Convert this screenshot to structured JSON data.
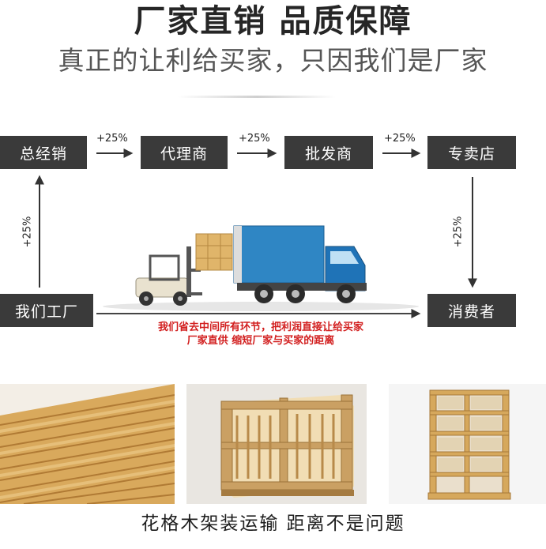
{
  "header": {
    "title": "厂家直销  品质保障",
    "subtitle": "真正的让利给买家，只因我们是厂家"
  },
  "flow": {
    "top_boxes": [
      "总经销",
      "代理商",
      "批发商",
      "专卖店"
    ],
    "bottom_left": "我们工厂",
    "bottom_right": "消费者",
    "markup_label": "+25%"
  },
  "note": {
    "line1": "我们省去中间所有环节，把利润直接让给买家",
    "line2": "厂家直供 缩短厂家与买家的距离"
  },
  "footer": {
    "text": "花格木架装运输  距离不是问题"
  },
  "colors": {
    "box_bg": "#3a3a3a",
    "truck_cabin": "#1f73b7",
    "truck_box": "#2f86c4",
    "note_red": "#d21f1f",
    "wood": "#e0b56a"
  }
}
